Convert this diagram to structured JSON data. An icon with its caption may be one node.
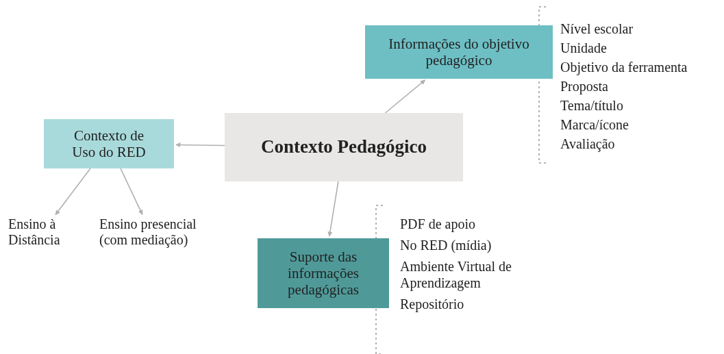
{
  "diagram": {
    "nodes": [
      {
        "text": [
          "Contexto Pedagógico"
        ]
      },
      {
        "text": [
          "Informações do objetivo pedagógico"
        ],
        "beside": [
          "Nível escolar",
          "Unidade",
          "Objetivo da ferramenta",
          "Proposta",
          "Tema/título",
          "Marca/ícone",
          "Avaliação"
        ]
      },
      {
        "text": [
          "Contexto de Uso do RED"
        ]
      },
      {
        "text": [
          "Ensino à Distância"
        ]
      },
      {
        "text": [
          "Ensino presencial (com mediação)"
        ]
      },
      {
        "text": [
          "Suporte das informações pedagógicas"
        ],
        "beside": [
          "PDF de apoio",
          "No RED (mídia)",
          "Ambiente Virtual de Aprendizagem",
          "Repositório"
        ]
      }
    ],
    "edges": [
      {
        "from": 0,
        "to": 1,
        "arrow": "to"
      },
      {
        "from": 0,
        "to": 2,
        "arrow": "to"
      },
      {
        "from": 2,
        "to": 3,
        "arrow": "to"
      },
      {
        "from": 2,
        "to": 4,
        "arrow": "to"
      },
      {
        "from": 0,
        "to": 5,
        "arrow": "to"
      }
    ]
  }
}
